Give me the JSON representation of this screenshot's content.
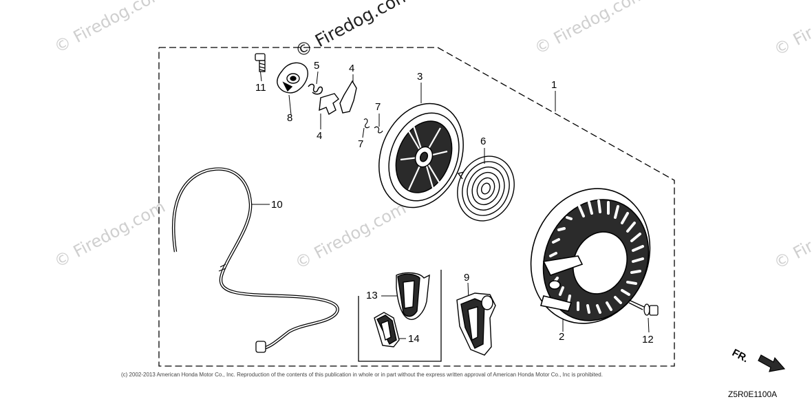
{
  "watermarks": [
    {
      "text": "© Firedog.com",
      "style": "light"
    },
    {
      "text": "© Firedog.com",
      "style": "dark"
    },
    {
      "text": "© Firedog.com",
      "style": "light"
    },
    {
      "text": "© Fire",
      "style": "light"
    },
    {
      "text": "© Firedog.com",
      "style": "light"
    },
    {
      "text": "© Firedog.com",
      "style": "light"
    },
    {
      "text": "© Fire",
      "style": "light"
    }
  ],
  "callouts": {
    "c1": "1",
    "c2": "2",
    "c3": "3",
    "c4a": "4",
    "c4b": "4",
    "c5": "5",
    "c6": "6",
    "c7a": "7",
    "c7b": "7",
    "c8": "8",
    "c9": "9",
    "c10": "10",
    "c11": "11",
    "c12": "12",
    "c13": "13",
    "c14": "14"
  },
  "copyright": "(c) 2002-2013 American Honda Motor Co., Inc. Reproduction of the contents of this publication in whole or in part without the express written approval of American Honda Motor Co., Inc is prohibited.",
  "direction_label": "FR.",
  "diagram_code": "Z5R0E1100A"
}
